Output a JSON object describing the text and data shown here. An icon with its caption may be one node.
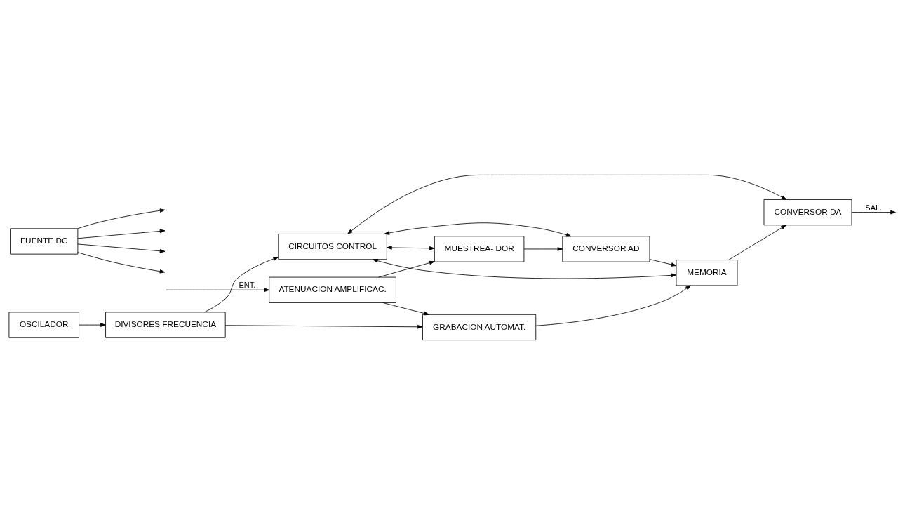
{
  "diagram": {
    "nodes": [
      {
        "text": [
          "ATENUACION AMPLIFICAC."
        ]
      },
      {
        "text": [
          "MUESTREA- DOR"
        ]
      },
      {
        "text": [
          "CONVERSOR AD"
        ]
      },
      {
        "text": [
          "MEMORIA"
        ]
      },
      {
        "text": [
          "CONVERSOR DA"
        ]
      },
      {
        "text": [
          "GRABACION AUTOMAT."
        ]
      },
      {
        "text": [
          "OSCILADOR"
        ]
      },
      {
        "text": [
          "DIVISORES FRECUENCIA"
        ]
      },
      {
        "text": [
          "CIRCUITOS CONTROL"
        ]
      },
      {
        "text": [
          "FUENTE DC"
        ]
      }
    ],
    "edges": [
      {
        "from": null,
        "to": 0,
        "arrow": "to",
        "label": "ENT."
      },
      {
        "from": 0,
        "to": 1,
        "arrow": "to"
      },
      {
        "from": 0,
        "to": 5,
        "arrow": "to"
      },
      {
        "from": 1,
        "to": 2,
        "arrow": "to"
      },
      {
        "from": 2,
        "to": 3,
        "arrow": "to"
      },
      {
        "from": 3,
        "to": 4,
        "arrow": "to"
      },
      {
        "from": 4,
        "to": null,
        "arrow": "to",
        "label": "SAL."
      },
      {
        "from": 8,
        "to": 1,
        "arrow": "both"
      },
      {
        "from": 8,
        "to": 2,
        "arrow": "both"
      },
      {
        "from": 8,
        "to": 3,
        "arrow": "both"
      },
      {
        "from": 8,
        "to": 4,
        "arrow": "both"
      },
      {
        "from": 5,
        "to": 3,
        "arrow": "to"
      },
      {
        "from": 7,
        "to": 5,
        "arrow": "to"
      },
      {
        "from": 6,
        "to": 7,
        "arrow": "to"
      },
      {
        "from": 7,
        "to": 8,
        "arrow": "to"
      },
      {
        "from": 9,
        "to": null,
        "arrow": "to"
      },
      {
        "from": 9,
        "to": null,
        "arrow": "to"
      },
      {
        "from": 9,
        "to": null,
        "arrow": "to"
      },
      {
        "from": 9,
        "to": null,
        "arrow": "to"
      }
    ]
  }
}
